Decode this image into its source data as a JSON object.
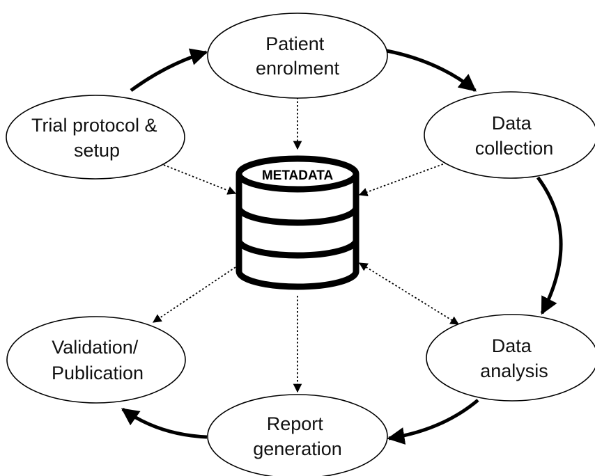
{
  "diagram": {
    "database": {
      "label": "METADATA"
    },
    "nodes": [
      {
        "id": "patient-enrolment",
        "lines": [
          "Patient",
          "enrolment"
        ]
      },
      {
        "id": "data-collection",
        "lines": [
          "Data",
          "collection"
        ]
      },
      {
        "id": "data-analysis",
        "lines": [
          "Data",
          "analysis"
        ]
      },
      {
        "id": "report-generation",
        "lines": [
          "Report",
          "generation"
        ]
      },
      {
        "id": "validation-publication",
        "lines": [
          "Validation/",
          "Publication"
        ]
      },
      {
        "id": "trial-protocol-setup",
        "lines": [
          "Trial protocol &",
          "setup"
        ]
      }
    ],
    "cycle_edges": [
      {
        "from": "trial-protocol-setup",
        "to": "patient-enrolment",
        "style": "solid"
      },
      {
        "from": "patient-enrolment",
        "to": "data-collection",
        "style": "solid"
      },
      {
        "from": "data-collection",
        "to": "data-analysis",
        "style": "solid"
      },
      {
        "from": "data-analysis",
        "to": "report-generation",
        "style": "solid"
      },
      {
        "from": "report-generation",
        "to": "validation-publication",
        "style": "solid"
      }
    ],
    "metadata_edges": [
      {
        "node": "patient-enrolment",
        "direction": "to-database",
        "style": "dotted"
      },
      {
        "node": "data-collection",
        "direction": "to-database",
        "style": "dotted"
      },
      {
        "node": "trial-protocol-setup",
        "direction": "to-database",
        "style": "dotted"
      },
      {
        "node": "data-analysis",
        "direction": "both",
        "style": "dotted"
      },
      {
        "node": "report-generation",
        "direction": "from-database",
        "style": "dotted"
      },
      {
        "node": "validation-publication",
        "direction": "from-database",
        "style": "dotted"
      }
    ],
    "colors": {
      "stroke": "#000000",
      "fill": "#ffffff",
      "text": "#111111"
    }
  }
}
